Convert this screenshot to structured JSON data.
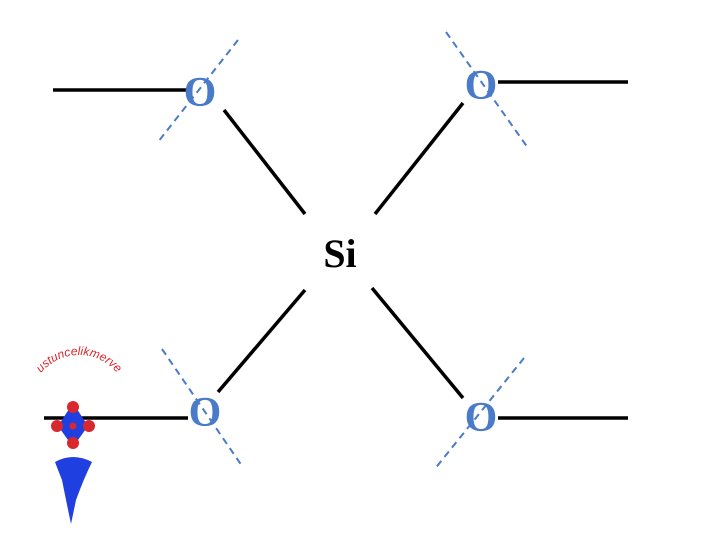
{
  "diagram": {
    "center_atom": {
      "label": "Si"
    },
    "oxygen_atoms": [
      {
        "label": "O"
      },
      {
        "label": "O"
      },
      {
        "label": "O"
      },
      {
        "label": "O"
      }
    ],
    "watermark": {
      "text": "ustuncelikmerve"
    }
  },
  "colors": {
    "bond": "#000000",
    "oxygen": "#4a7bc8",
    "plane_dash": "#4a7bc8",
    "silicon": "#000000",
    "logo_red": "#d9272e",
    "logo_blue": "#1f3fe0"
  }
}
